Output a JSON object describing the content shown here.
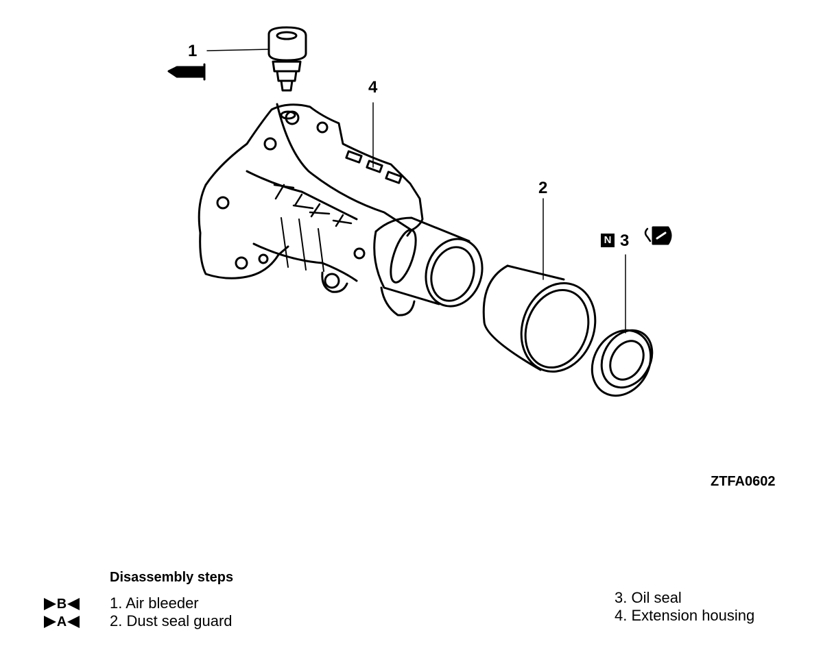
{
  "callouts": {
    "c1": "1",
    "c2": "2",
    "c3": "3",
    "c4": "4",
    "new_part_badge": "N"
  },
  "figure_code": "ZTFA0602",
  "disassembly": {
    "title": "Disassembly steps",
    "steps": [
      {
        "marker": "B",
        "text": "1. Air bleeder"
      },
      {
        "marker": "A",
        "text": "2. Dust seal guard"
      },
      {
        "marker": "",
        "text": "3. Oil seal"
      },
      {
        "marker": "",
        "text": "4. Extension housing"
      }
    ]
  },
  "icons": [
    "grease-application-icon",
    "sealant-application-icon",
    "section-marker-triangle-icon"
  ]
}
